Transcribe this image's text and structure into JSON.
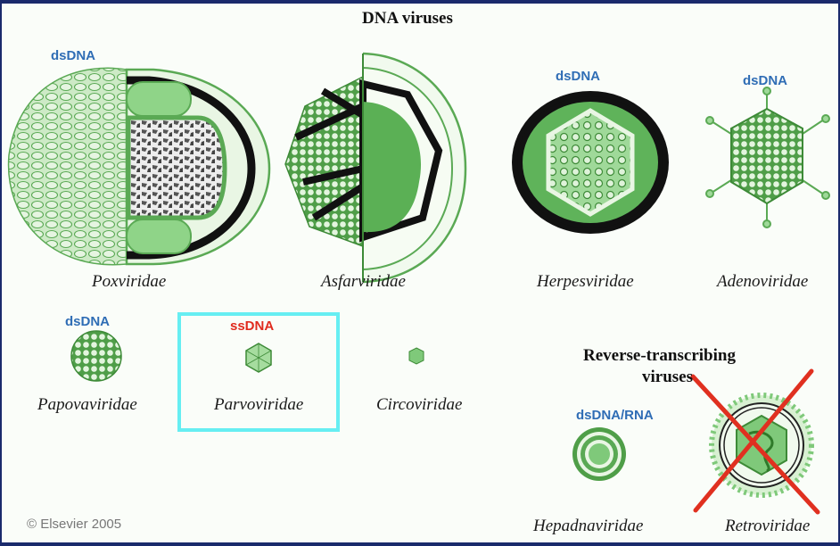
{
  "header": {
    "title": "DNA viruses"
  },
  "families": {
    "poxviridae": {
      "name": "Poxviridae",
      "genome": "dsDNA"
    },
    "asfarviridae": {
      "name": "Asfarviridae"
    },
    "herpesviridae": {
      "name": "Herpesviridae",
      "genome": "dsDNA"
    },
    "adenoviridae": {
      "name": "Adenoviridae",
      "genome": "dsDNA"
    },
    "papovaviridae": {
      "name": "Papovaviridae",
      "genome": "dsDNA"
    },
    "parvoviridae": {
      "name": "Parvoviridae",
      "genome": "ssDNA"
    },
    "circoviridae": {
      "name": "Circoviridae"
    },
    "hepadnaviridae": {
      "name": "Hepadnaviridae",
      "genome": "dsDNA/RNA"
    },
    "retroviridae": {
      "name": "Retroviridae"
    }
  },
  "reverse_section": {
    "title_line1": "Reverse-transcribing",
    "title_line2": "viruses"
  },
  "footer": {
    "copyright": "© Elsevier 2005"
  },
  "colors": {
    "dsdna_tag": "#2f6db5",
    "ssdna_tag": "#e02b1e",
    "highlight_box": "#66eef2",
    "cross_mark": "#e03020",
    "virus_green": "#7fc97a",
    "virus_light": "#d8f0d2",
    "frame": "#1a2a6c"
  }
}
